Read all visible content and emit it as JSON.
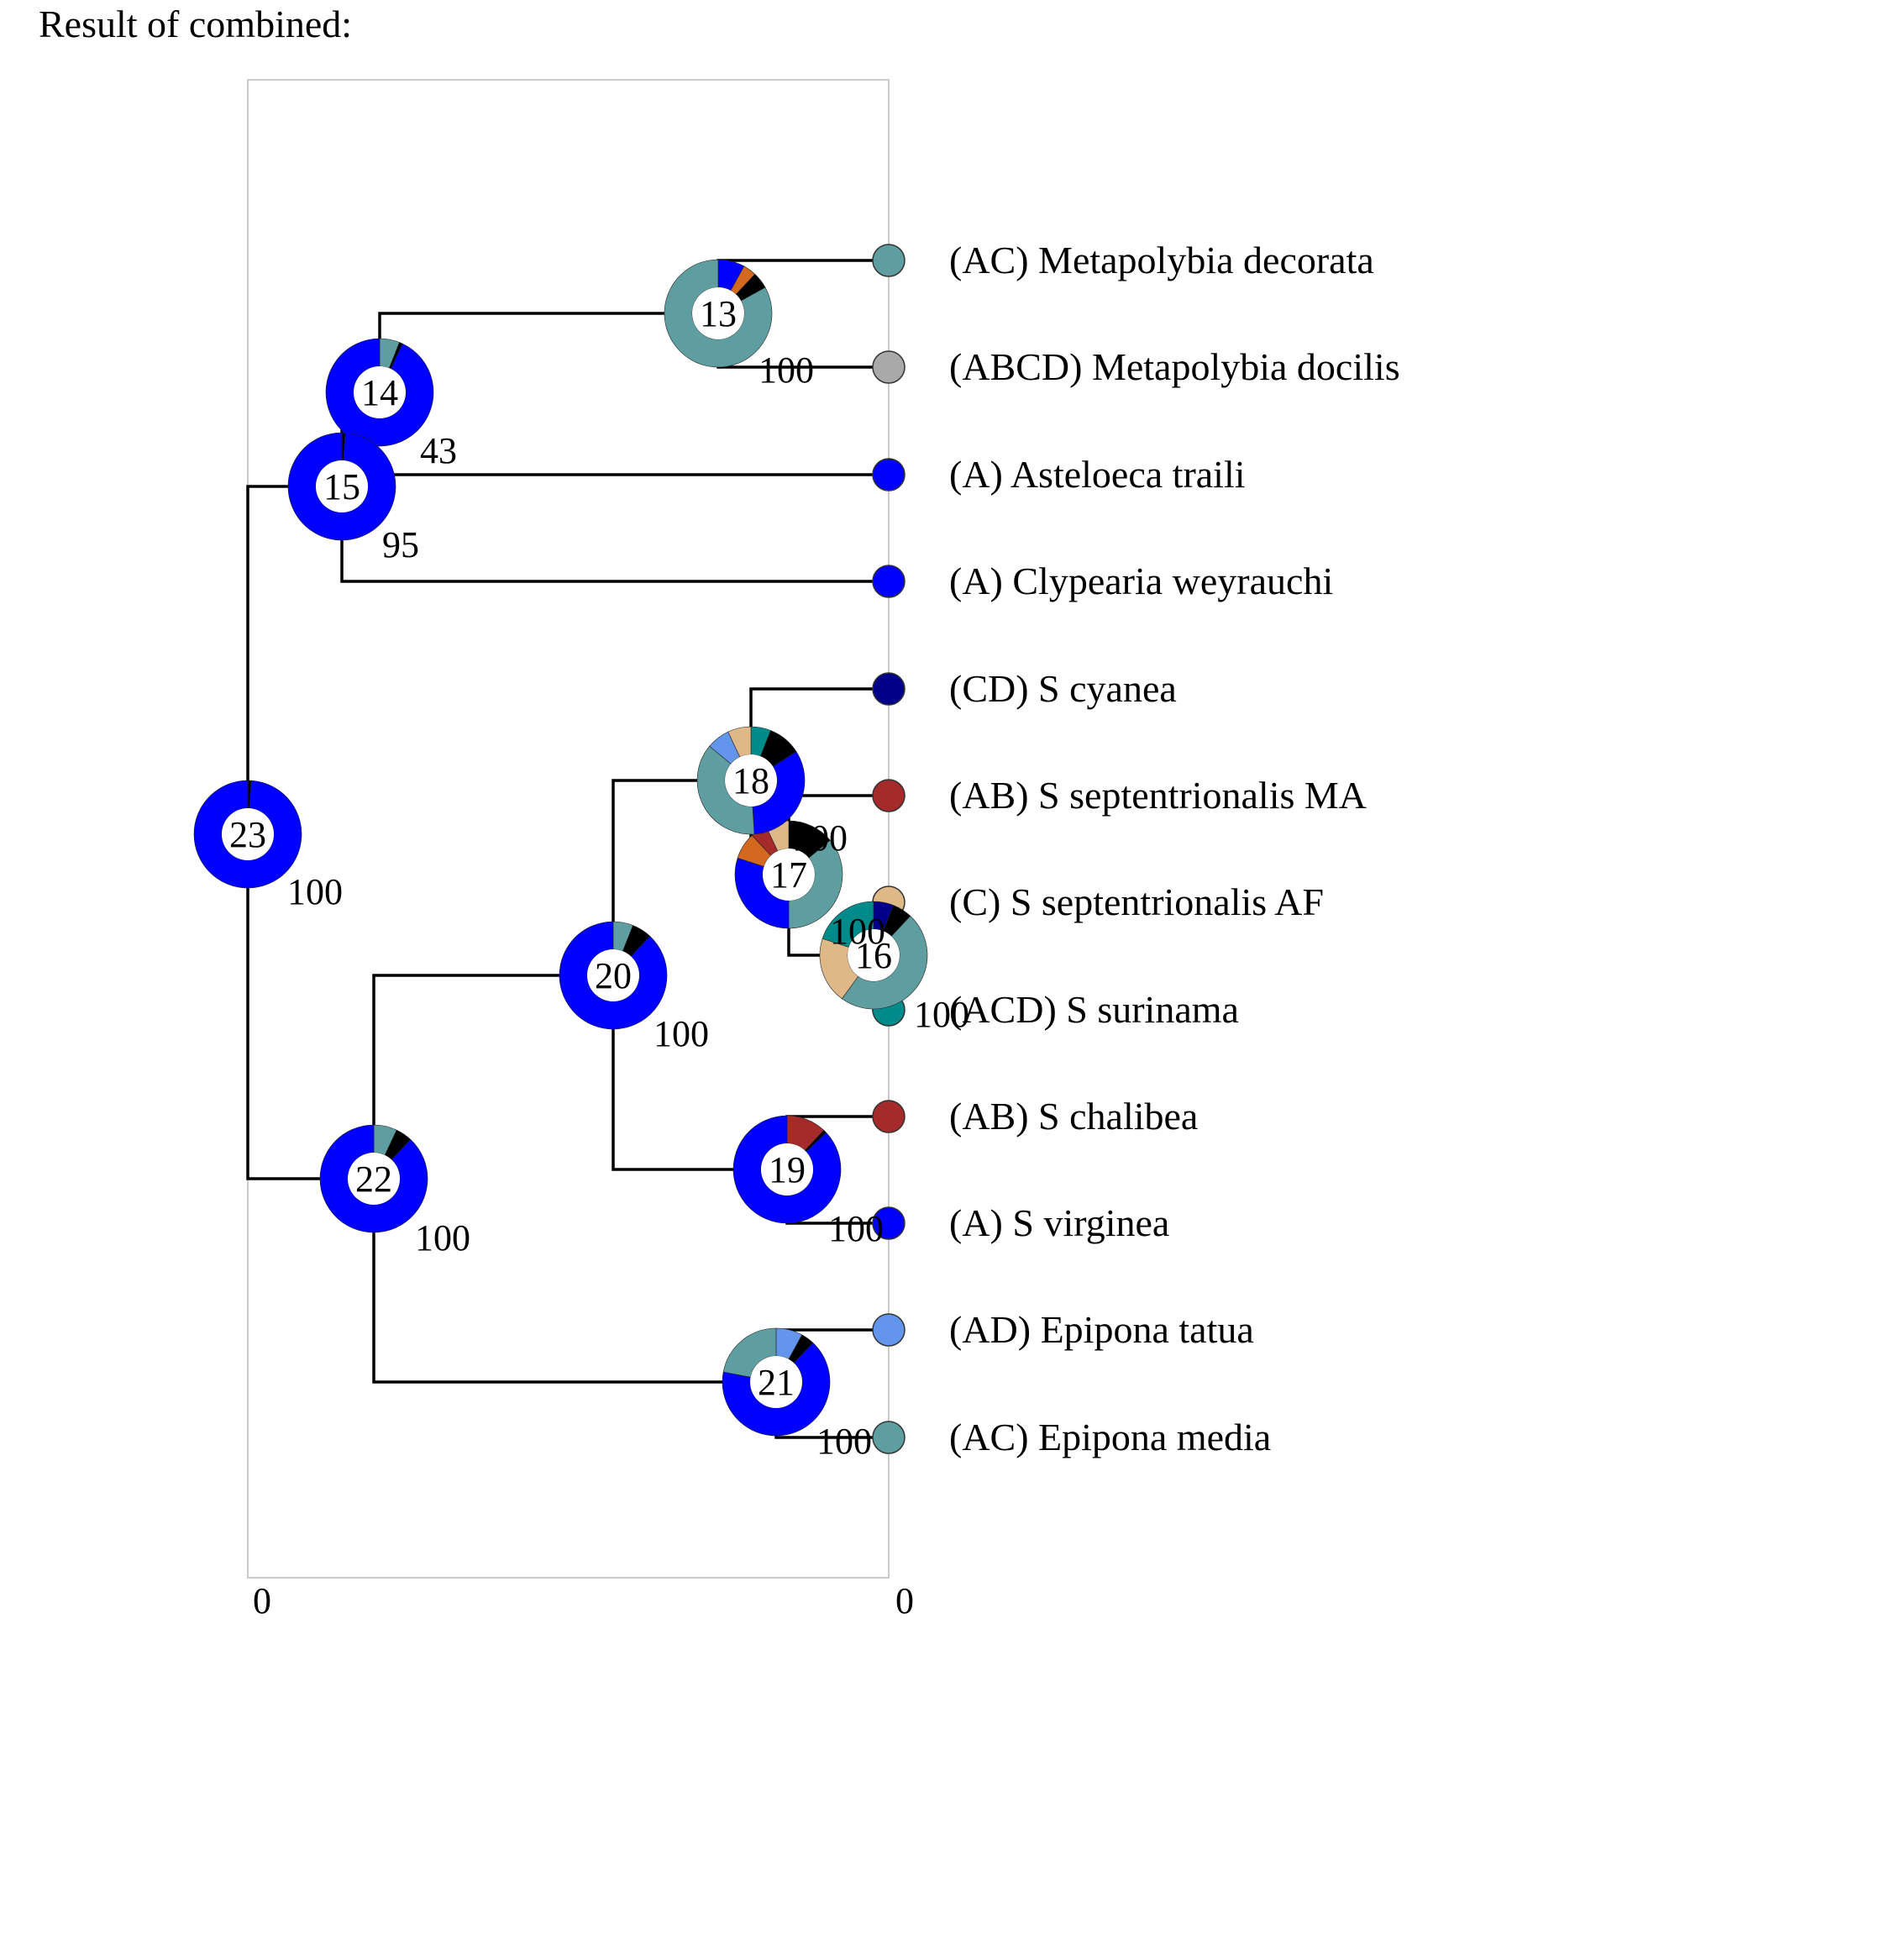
{
  "title": "Result of combined:",
  "axis": {
    "left_label": "0",
    "right_label": "0"
  },
  "colors": {
    "A": "#0000ff",
    "AC": "#5f9ea0",
    "ABCD": "#a9a9a9",
    "CD": "#00008b",
    "AB": "#a52a2a",
    "C": "#deb887",
    "ACD": "#008b8b",
    "AD": "#6495ed",
    "B": "#d2691e",
    "other": "#000000"
  },
  "tips": [
    {
      "label": "(AC) Metapolybia decorata",
      "color": "AC"
    },
    {
      "label": "(ABCD) Metapolybia docilis",
      "color": "ABCD"
    },
    {
      "label": "(A) Asteloeca traili",
      "color": "A"
    },
    {
      "label": "(A) Clypearia weyrauchi",
      "color": "A"
    },
    {
      "label": "(CD) S cyanea",
      "color": "CD"
    },
    {
      "label": "(AB) S septentrionalis MA",
      "color": "AB"
    },
    {
      "label": "(C) S septentrionalis AF",
      "color": "C"
    },
    {
      "label": "(ACD) S surinama",
      "color": "ACD"
    },
    {
      "label": "(AB) S chalibea",
      "color": "AB"
    },
    {
      "label": "(A) S virginea",
      "color": "A"
    },
    {
      "label": "(AD) Epipona tatua",
      "color": "AD"
    },
    {
      "label": "(AC) Epipona media",
      "color": "AC"
    }
  ],
  "nodes": [
    {
      "id": "13",
      "support": "100",
      "slices": [
        [
          "A",
          0.08
        ],
        [
          "B",
          0.04
        ],
        [
          "other",
          0.05
        ],
        [
          "AC",
          0.83
        ]
      ]
    },
    {
      "id": "14",
      "support": "43",
      "slices": [
        [
          "AC",
          0.06
        ],
        [
          "other",
          0.01
        ],
        [
          "A",
          0.93
        ]
      ]
    },
    {
      "id": "15",
      "support": "95",
      "slices": [
        [
          "other",
          0.01
        ],
        [
          "A",
          0.99
        ]
      ]
    },
    {
      "id": "16",
      "support": "100",
      "slices": [
        [
          "CD",
          0.06
        ],
        [
          "other",
          0.06
        ],
        [
          "AC",
          0.48
        ],
        [
          "C",
          0.2
        ],
        [
          "ACD",
          0.2
        ]
      ]
    },
    {
      "id": "17",
      "support": "100",
      "slices": [
        [
          "other",
          0.14
        ],
        [
          "AC",
          0.36
        ],
        [
          "A",
          0.3
        ],
        [
          "B",
          0.08
        ],
        [
          "AB",
          0.05
        ],
        [
          "C",
          0.07
        ]
      ]
    },
    {
      "id": "18",
      "support": "100",
      "slices": [
        [
          "ACD",
          0.06
        ],
        [
          "other",
          0.1
        ],
        [
          "A",
          0.33
        ],
        [
          "AC",
          0.37
        ],
        [
          "AD",
          0.07
        ],
        [
          "C",
          0.07
        ]
      ]
    },
    {
      "id": "19",
      "support": "100",
      "slices": [
        [
          "AB",
          0.12
        ],
        [
          "other",
          0.01
        ],
        [
          "A",
          0.87
        ]
      ]
    },
    {
      "id": "20",
      "support": "100",
      "slices": [
        [
          "AC",
          0.06
        ],
        [
          "other",
          0.06
        ],
        [
          "A",
          0.88
        ]
      ]
    },
    {
      "id": "21",
      "support": "100",
      "slices": [
        [
          "AD",
          0.08
        ],
        [
          "other",
          0.04
        ],
        [
          "A",
          0.66
        ],
        [
          "AC",
          0.22
        ]
      ]
    },
    {
      "id": "22",
      "support": "100",
      "slices": [
        [
          "AC",
          0.07
        ],
        [
          "other",
          0.05
        ],
        [
          "A",
          0.88
        ]
      ]
    },
    {
      "id": "23",
      "support": "100",
      "slices": [
        [
          "other",
          0.01
        ],
        [
          "A",
          0.99
        ]
      ]
    }
  ]
}
